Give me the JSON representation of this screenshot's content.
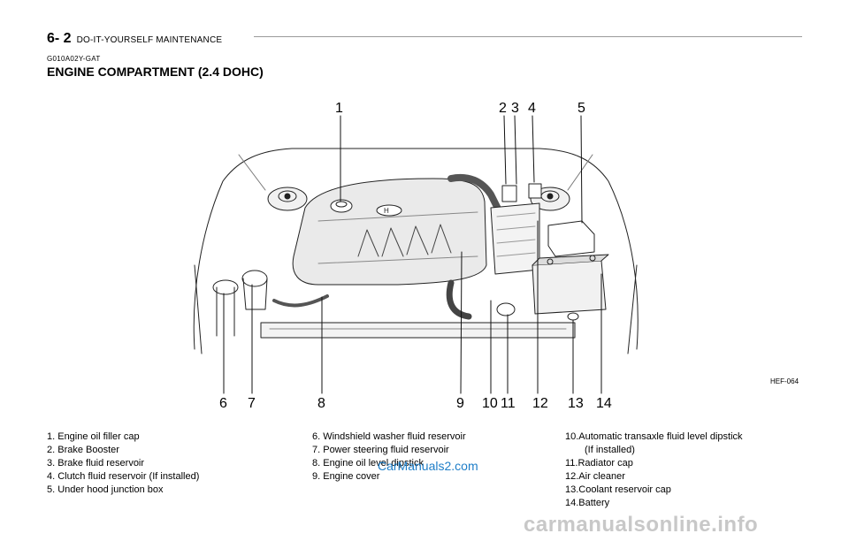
{
  "header": {
    "page_number": "6- 2",
    "section": "DO-IT-YOURSELF MAINTENANCE"
  },
  "doc_code": "G010A02Y-GAT",
  "title": "ENGINE COMPARTMENT (2.4 DOHC)",
  "figure": {
    "code": "HEF-064",
    "top_callouts": [
      "1",
      "2",
      "3",
      "4",
      "5"
    ],
    "bottom_callouts": [
      "6",
      "7",
      "8",
      "9",
      "10",
      "11",
      "12",
      "13",
      "14"
    ],
    "engine_logo": "H"
  },
  "legend": {
    "col1": [
      "1.  Engine oil filler cap",
      "2.  Brake  Booster",
      "3.  Brake fluid reservoir",
      "4.  Clutch fluid reservoir (If installed)",
      "5.  Under hood junction box"
    ],
    "col2": [
      "6. Windshield washer fluid reservoir",
      "7. Power steering fluid reservoir",
      "8. Engine oil level dipstick",
      "9. Engine  cover"
    ],
    "col3": [
      "10.Automatic transaxle fluid level dipstick",
      "(If installed)",
      "11.Radiator cap",
      "12.Air cleaner",
      "13.Coolant reservoir cap",
      "14.Battery"
    ]
  },
  "watermarks": {
    "mid": "CarManuals2.com",
    "bottom": "carmanualsonline.info"
  }
}
